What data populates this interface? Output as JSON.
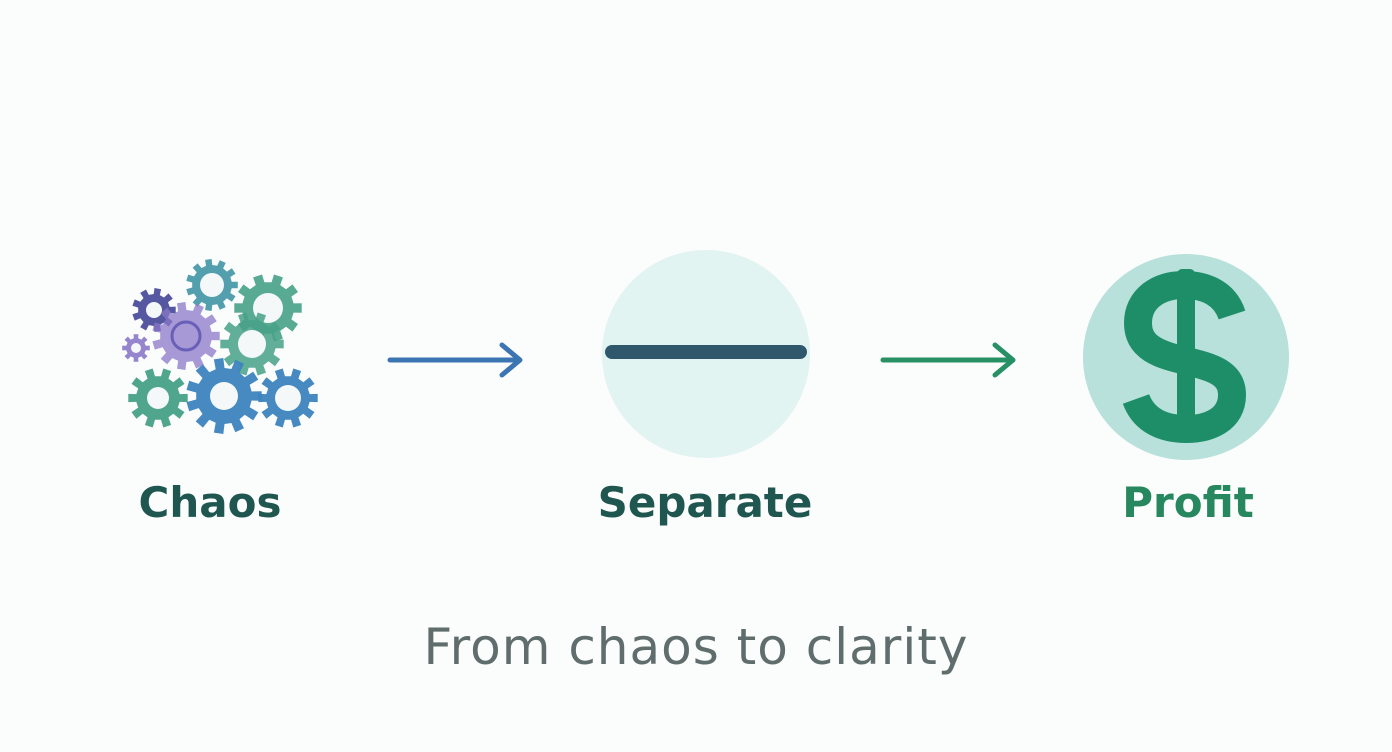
{
  "steps": [
    {
      "label": "Chaos",
      "icon": "gears-icon",
      "color": "#1f5750"
    },
    {
      "label": "Separate",
      "icon": "divider-line-icon",
      "color": "#1f5750"
    },
    {
      "label": "Profit",
      "icon": "dollar-sign-icon",
      "color": "#27875f"
    }
  ],
  "arrows": [
    {
      "icon": "arrow-right-icon",
      "color": "#3c76b2"
    },
    {
      "icon": "arrow-right-icon",
      "color": "#279065"
    }
  ],
  "tagline": {
    "text": "From chaos to clarity",
    "color": "#5f6d6c"
  },
  "colors": {
    "background": "#fbfcfc",
    "separate_circle": "#e2f4f1",
    "separate_bar": "#30586c",
    "profit_circle": "#b7e1da",
    "profit_dollar": "#1e8e68",
    "gear_teal": "#4a9aaa",
    "gear_green": "#46a187",
    "gear_blue": "#3c84be",
    "gear_purple": "#8a78c8",
    "gear_indigo": "#4c4f9c"
  }
}
